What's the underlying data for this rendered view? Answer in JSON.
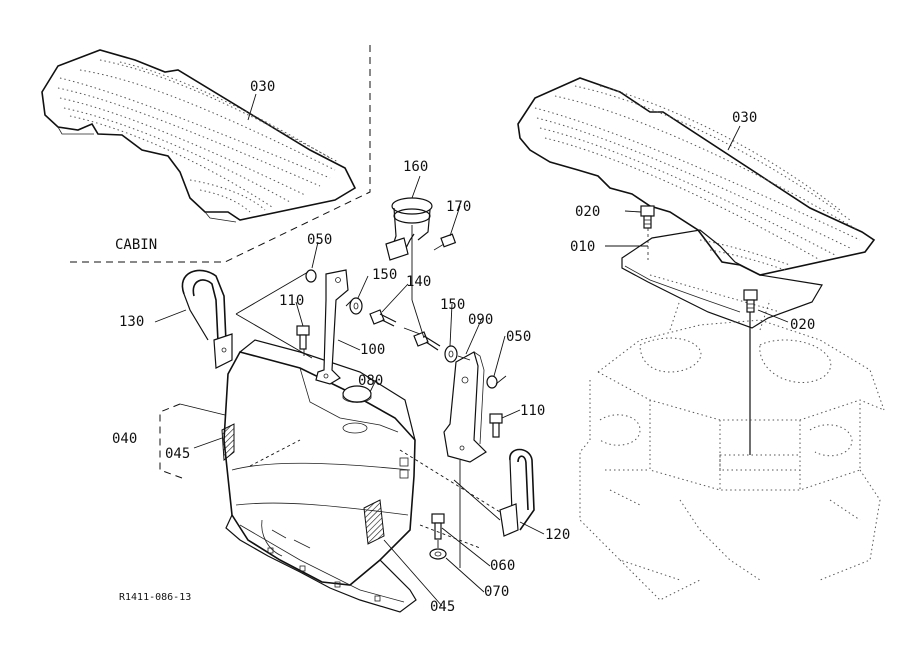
{
  "diagram": {
    "reference_code": "R1411-086-13",
    "section_label": "CABIN",
    "parts": {
      "p010": "010",
      "p020a": "020",
      "p020b": "020",
      "p030a": "030",
      "p030b": "030",
      "p040": "040",
      "p045a": "045",
      "p045b": "045",
      "p050a": "050",
      "p050b": "050",
      "p060": "060",
      "p070": "070",
      "p080": "080",
      "p090": "090",
      "p100": "100",
      "p110a": "110",
      "p110b": "110",
      "p120": "120",
      "p130": "130",
      "p140": "140",
      "p150a": "150",
      "p150b": "150",
      "p160": "160",
      "p170": "170"
    }
  }
}
